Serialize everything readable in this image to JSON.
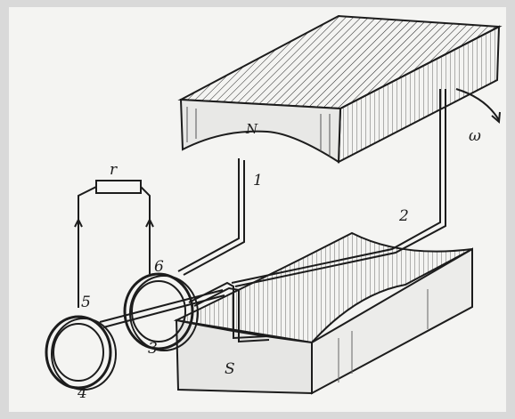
{
  "labels": {
    "resistor": "r",
    "north": "N",
    "south": "S",
    "omega": "ω",
    "n1": "1",
    "n2": "2",
    "n3": "3",
    "n4": "4",
    "n5": "5",
    "n6": "6"
  },
  "colors": {
    "background": "#d9d9d9",
    "paper": "#f4f4f2",
    "ink": "#1c1c1c"
  }
}
